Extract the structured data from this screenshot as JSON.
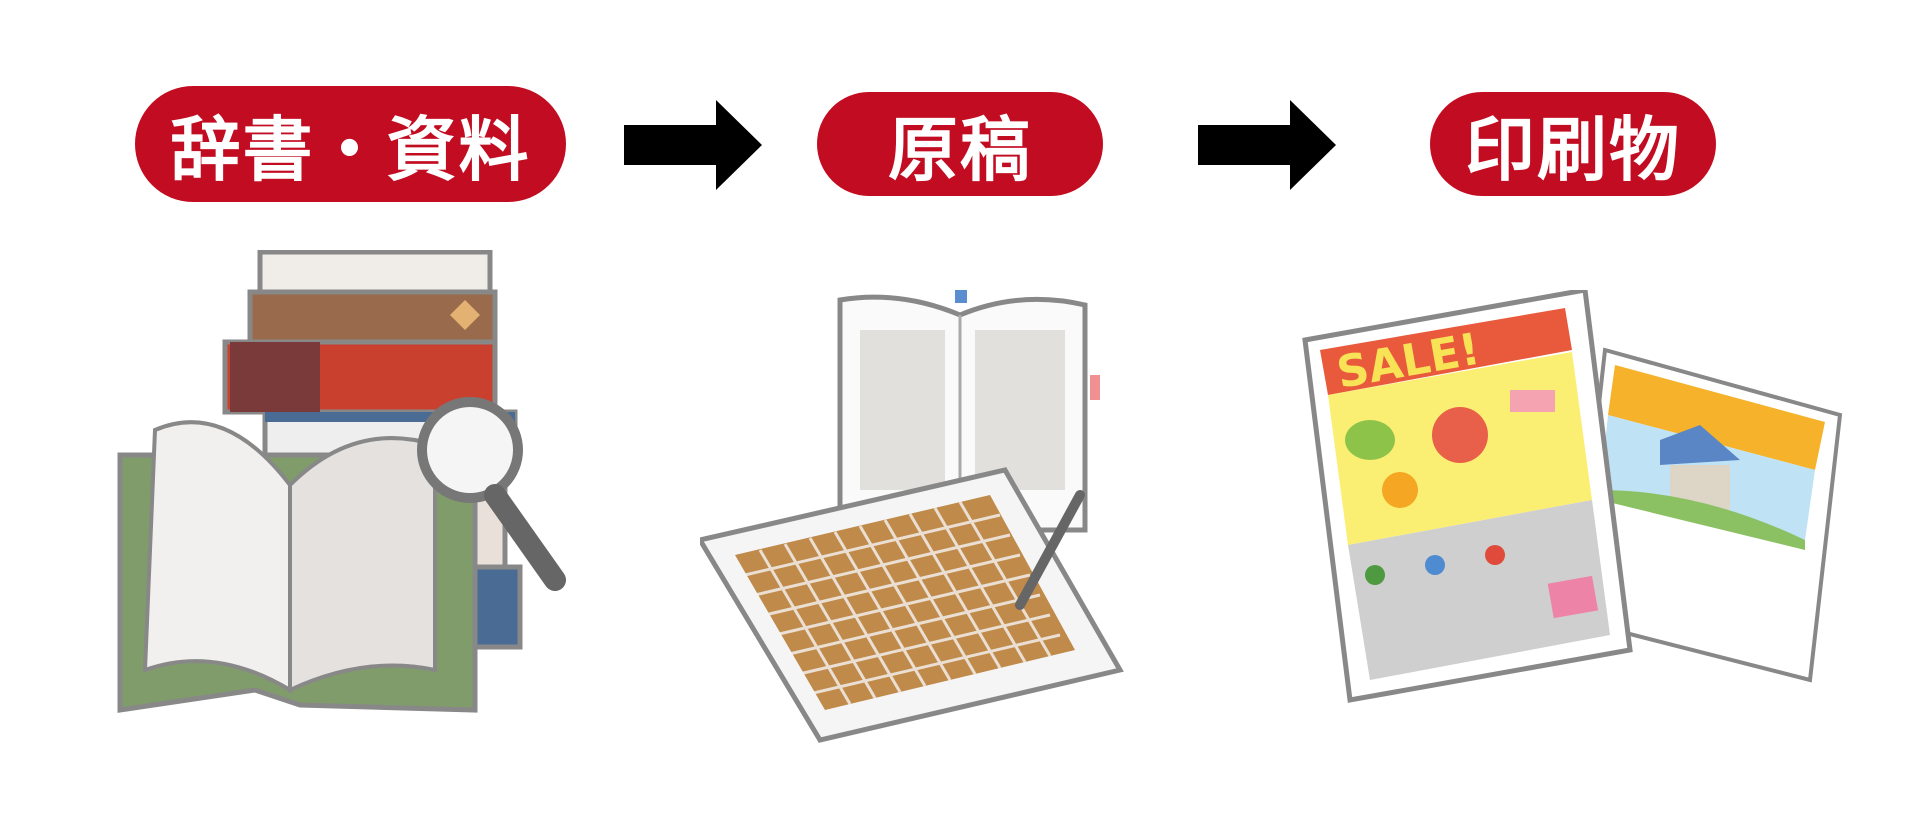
{
  "steps": [
    {
      "label": "辞書・資料",
      "illustration": "books-and-magnifier-icon"
    },
    {
      "label": "原稿",
      "illustration": "manuscript-paper-icon"
    },
    {
      "label": "印刷物",
      "illustration": "printed-flyers-icon"
    }
  ],
  "flyer": {
    "headline": "SALE!"
  },
  "colors": {
    "pill": "#c20c22",
    "arrow": "#000000"
  }
}
